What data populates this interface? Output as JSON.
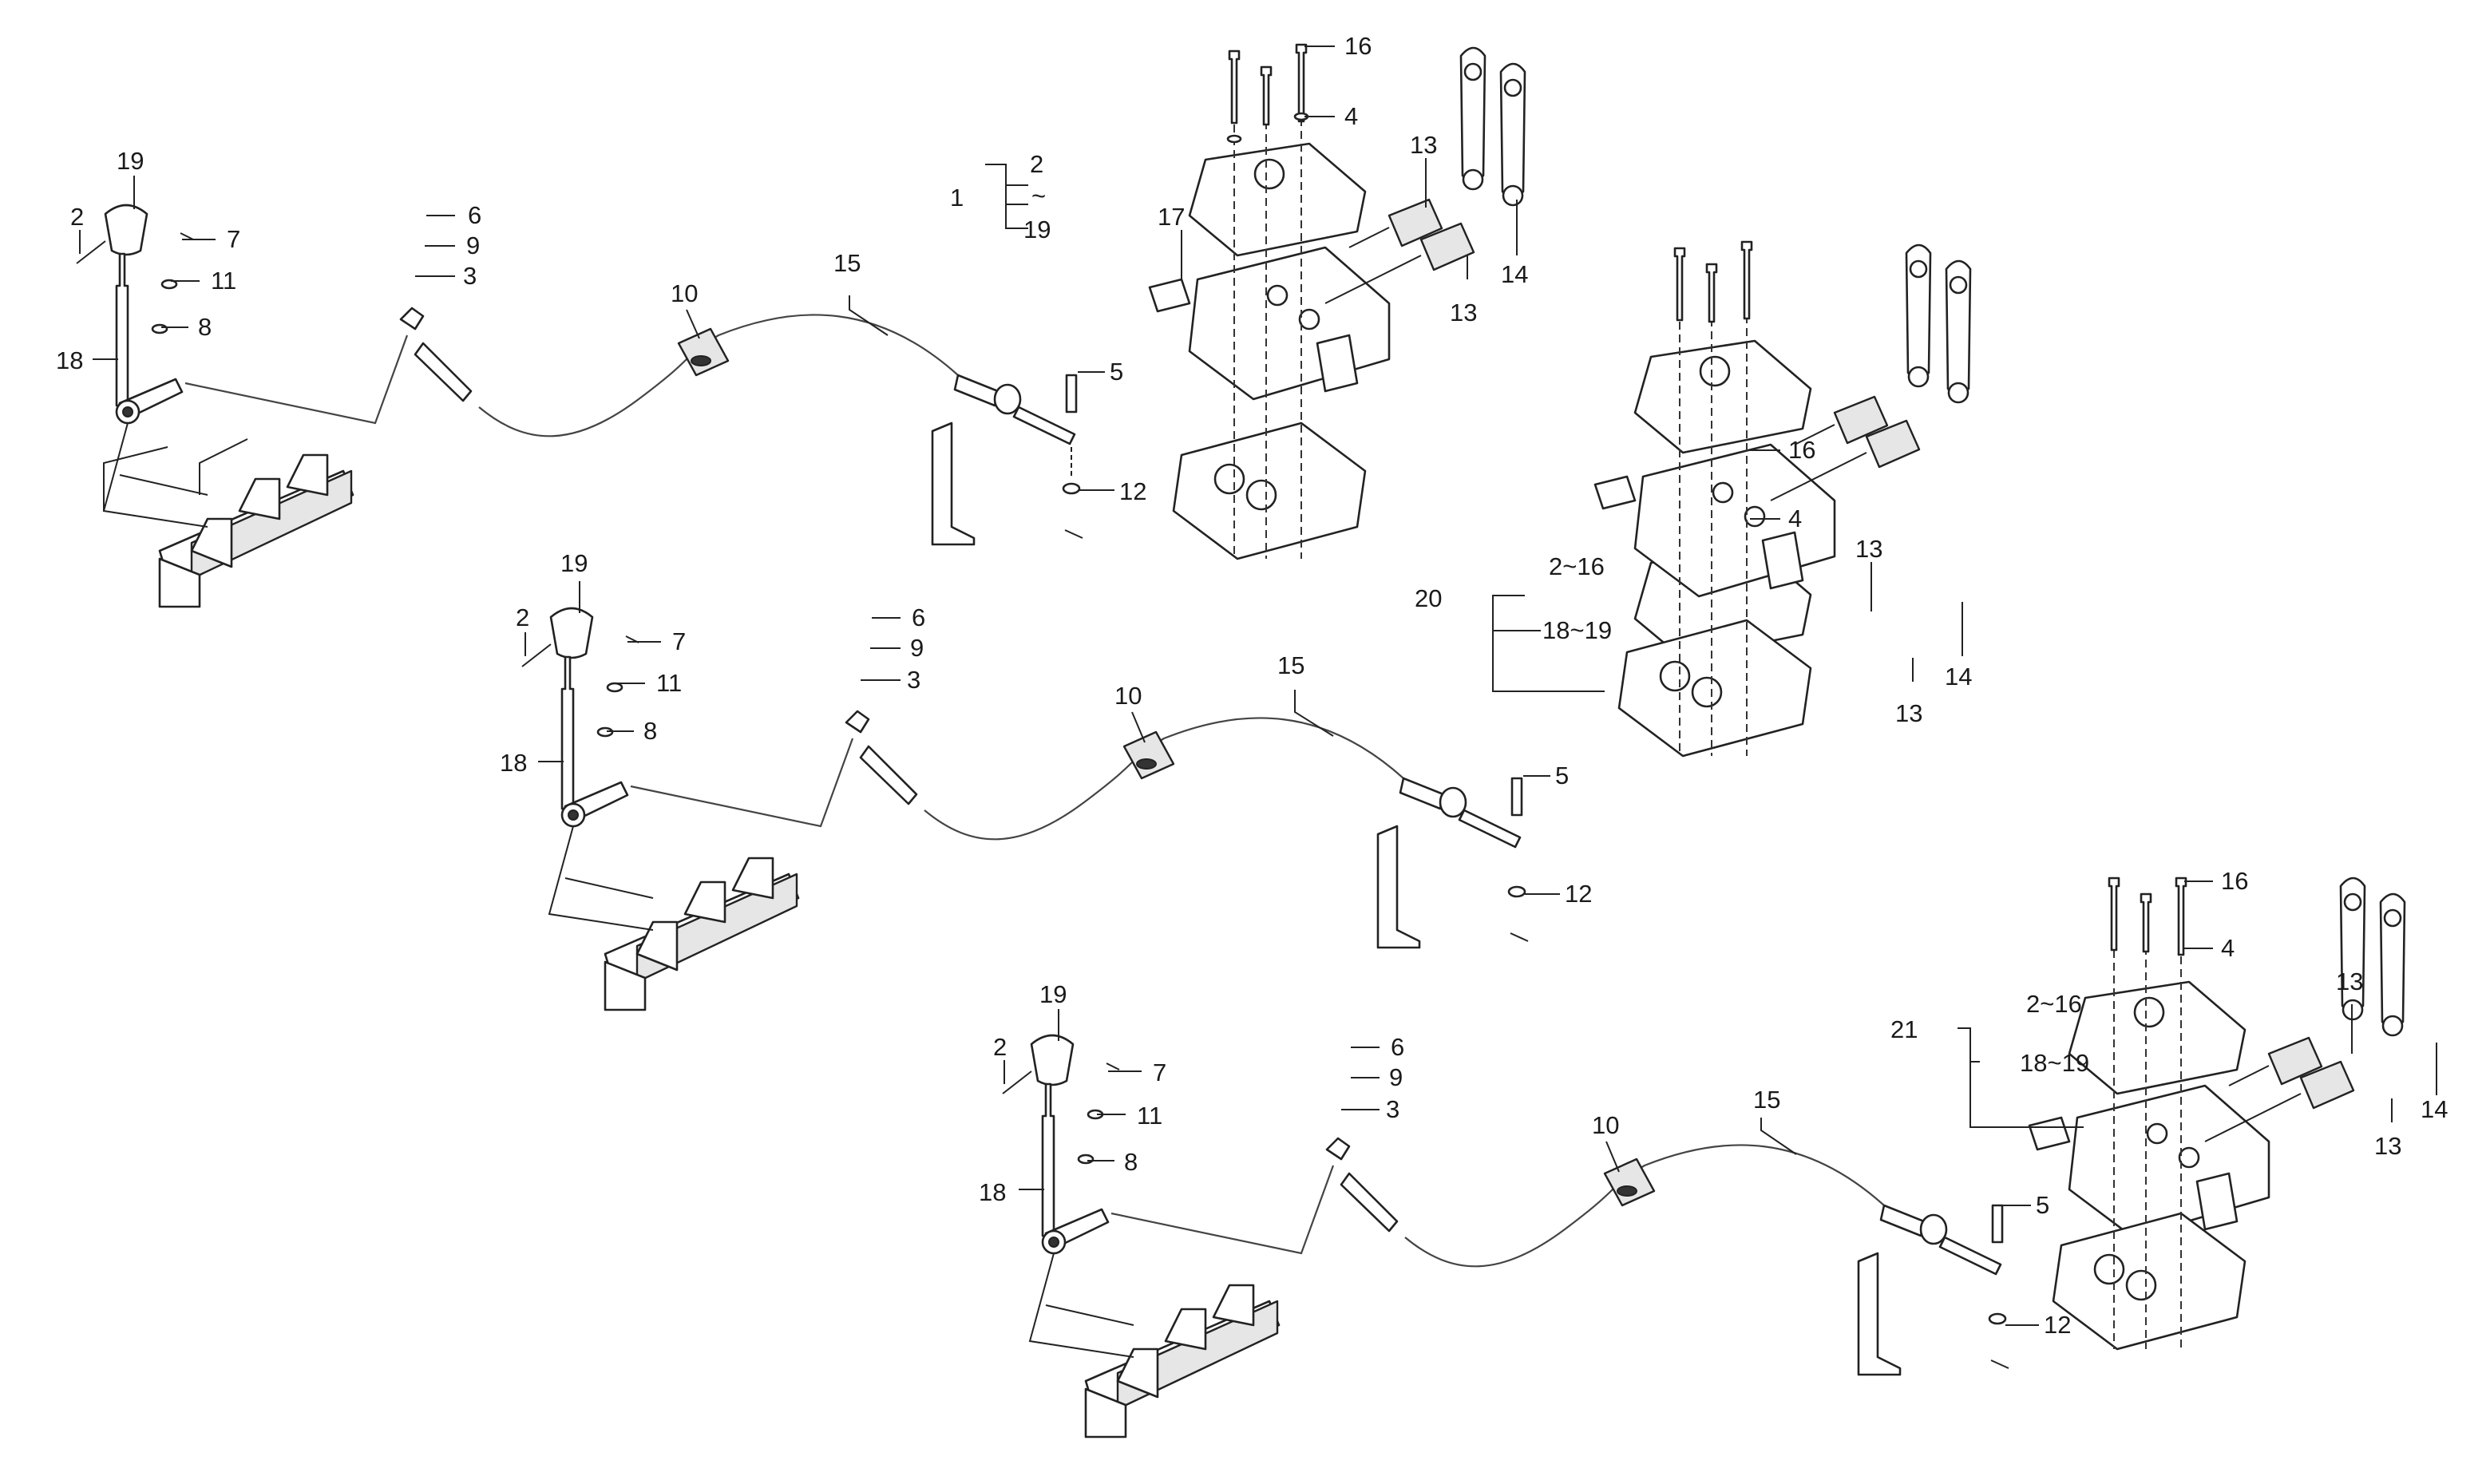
{
  "callouts": {
    "p1": "1",
    "p2": "2",
    "p3": "3",
    "p4": "4",
    "p5": "5",
    "p6": "6",
    "p7": "7",
    "p8": "8",
    "p9": "9",
    "p10": "10",
    "p11": "11",
    "p12": "12",
    "p13": "13",
    "p14": "14",
    "p15": "15",
    "p16": "16",
    "p17": "17",
    "p18": "18",
    "p19": "19",
    "p20": "20",
    "p21": "21"
  },
  "groups": {
    "kit1_top": "2",
    "kit1_tilde": "~",
    "kit1_bottom": "19",
    "range_a": "2~16",
    "range_b": "18~19"
  }
}
